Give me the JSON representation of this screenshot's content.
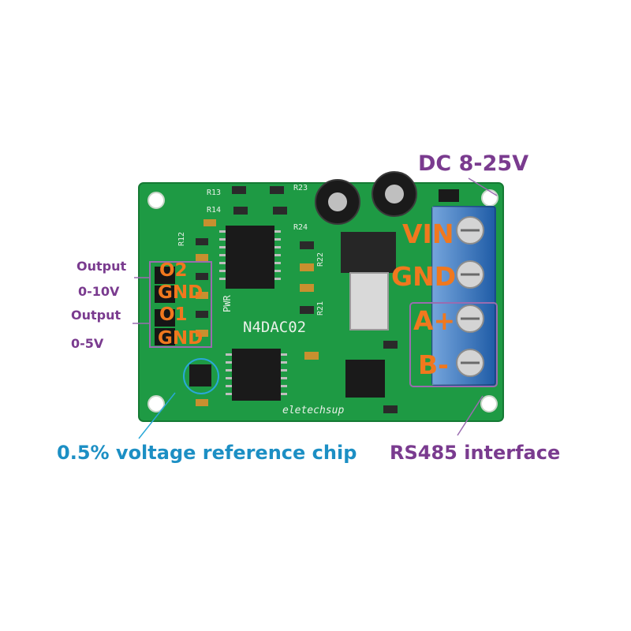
{
  "labels": {
    "power": "DC 8-25V",
    "vin": "VIN",
    "gnd_power": "GND",
    "a_plus": "A+",
    "b_minus": "B-",
    "rs485": "RS485 interface",
    "o2": "O2",
    "gnd_o2": "GND",
    "o1": "O1",
    "gnd_o1": "GND",
    "output_1": "Output",
    "range_1": "0-10V",
    "output_2": "Output",
    "range_2": "0-5V",
    "vref": "0.5% voltage reference chip"
  },
  "silkscreen": {
    "model": "N4DAC02",
    "brand": "eletechsup",
    "pwr": "PWR",
    "r13": "R13",
    "r14": "R14",
    "r12": "R12",
    "r23": "R23",
    "r24": "R24",
    "r22": "R22",
    "r21": "R21"
  },
  "colors": {
    "pcb": "#1e9a44",
    "terminal": "#2a74c9",
    "purple": "#7a3b8f",
    "orange": "#f0781e",
    "cyan": "#1c8fc4"
  }
}
